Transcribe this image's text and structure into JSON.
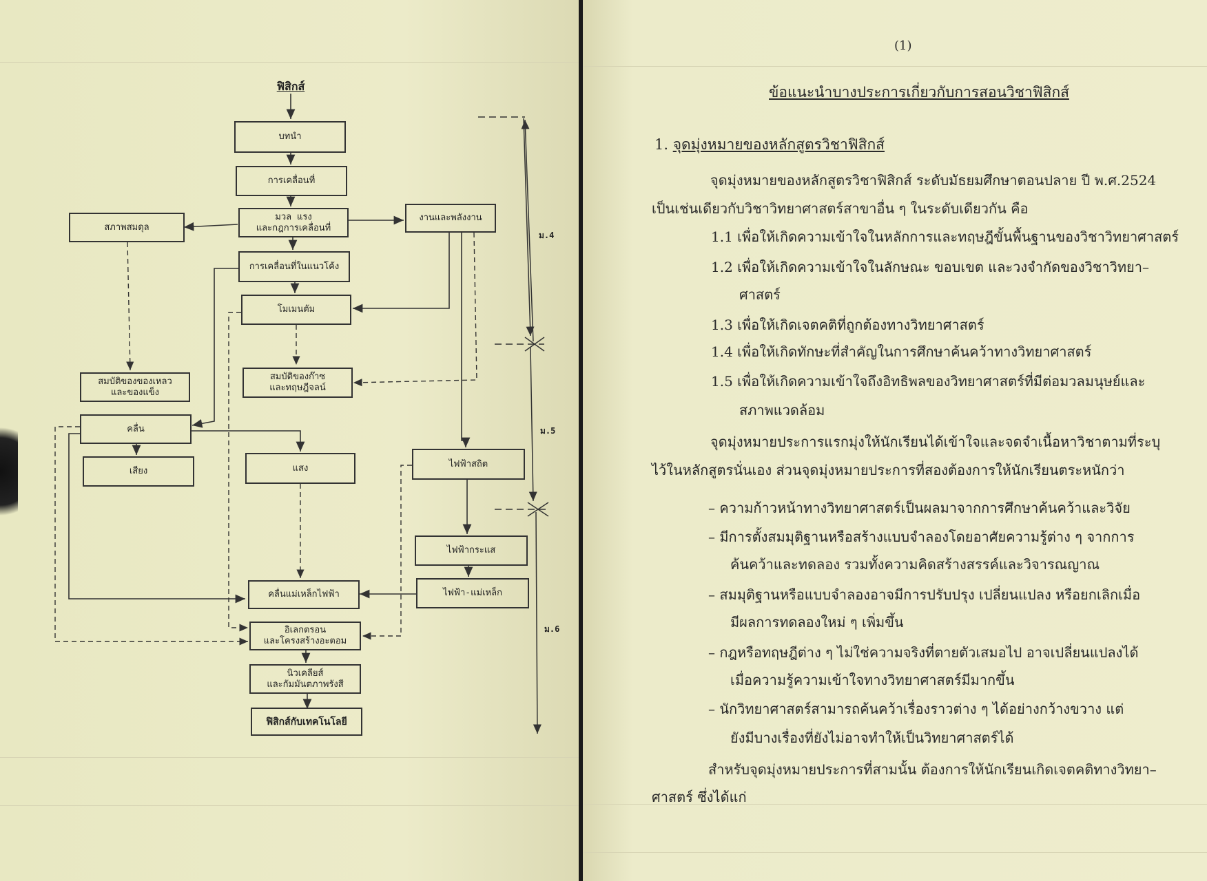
{
  "left_page": {
    "flowchart": {
      "title": "ฟิสิกส์",
      "boxes": {
        "intro": "บทนำ",
        "motion": "การเคลื่อนที่",
        "mass_force": "มวล แรง\nและกฎการเคลื่อนที่",
        "equilibrium": "สภาพสมดุล",
        "work_energy": "งานและพลังงาน",
        "curved_motion": "การเคลื่อนที่ในแนวโค้ง",
        "momentum": "โมเมนตัม",
        "liquid_solid": "สมบัติของของเหลว\nและของแข็ง",
        "gas_kinetic": "สมบัติของก๊าซ\nและทฤษฎีจลน์",
        "waves": "คลื่น",
        "sound": "เสียง",
        "light": "แสง",
        "electrostatics": "ไฟฟ้าสถิต",
        "current": "ไฟฟ้ากระแส",
        "electromagnetism": "ไฟฟ้า-แม่เหล็ก",
        "em_waves": "คลื่นแม่เหล็กไฟฟ้า",
        "electron_atom": "อิเลกตรอน\nและโครงสร้างอะตอม",
        "nuclear": "นิวเคลียส์\nและกัมมันตภาพรังสี",
        "technology": "ฟิสิกส์กับเทคโนโลยี"
      },
      "levels": [
        "ม.4",
        "ม.5",
        "ม.6"
      ]
    }
  },
  "right_page": {
    "page_number": "(1)",
    "title": "ข้อแนะนำบางประการเกี่ยวกับการสอนวิชาฟิสิกส์",
    "section_number": "1.",
    "section_heading": "จุดมุ่งหมายของหลักสูตรวิชาฟิสิกส์",
    "lines": [
      "จุดมุ่งหมายของหลักสูตรวิชาฟิสิกส์ ระดับมัธยมศึกษาตอนปลาย ปี พ.ศ.2524",
      "เป็นเช่นเดียวกับวิชาวิทยาศาสตร์สาขาอื่น ๆ ในระดับเดียวกัน คือ",
      "1.1  เพื่อให้เกิดความเข้าใจในหลักการและทฤษฎีขั้นพื้นฐานของวิชาวิทยาศาสตร์",
      "1.2  เพื่อให้เกิดความเข้าใจในลักษณะ ขอบเขต และวงจำกัดของวิชาวิทยา–",
      "ศาสตร์",
      "1.3  เพื่อให้เกิดเจตคติที่ถูกต้องทางวิทยาศาสตร์",
      "1.4  เพื่อให้เกิดทักษะที่สำคัญในการศึกษาค้นคว้าทางวิทยาศาสตร์",
      "1.5  เพื่อให้เกิดความเข้าใจถึงอิทธิพลของวิทยาศาสตร์ที่มีต่อมวลมนุษย์และ",
      "สภาพแวดล้อม",
      "จุดมุ่งหมายประการแรกมุ่งให้นักเรียนได้เข้าใจและจดจำเนื้อหาวิชาตามที่ระบุ",
      "ไว้ในหลักสูตรนั่นเอง   ส่วนจุดมุ่งหมายประการที่สองต้องการให้นักเรียนตระหนักว่า",
      "–  ความก้าวหน้าทางวิทยาศาสตร์เป็นผลมาจากการศึกษาค้นคว้าและวิจัย",
      "–  มีการตั้งสมมุติฐานหรือสร้างแบบจำลองโดยอาศัยความรู้ต่าง ๆ จากการ",
      "ค้นคว้าและทดลอง  รวมทั้งความคิดสร้างสรรค์และวิจารณญาณ",
      "–  สมมุติฐานหรือแบบจำลองอาจมีการปรับปรุง  เปลี่ยนแปลง  หรือยกเลิกเมื่อ",
      "มีผลการทดลองใหม่ ๆ  เพิ่มขึ้น",
      "–  กฎหรือทฤษฎีต่าง ๆ ไม่ใช่ความจริงที่ตายตัวเสมอไป  อาจเปลี่ยนแปลงได้",
      "เมื่อความรู้ความเข้าใจทางวิทยาศาสตร์มีมากขึ้น",
      "–  นักวิทยาศาสตร์สามารถค้นคว้าเรื่องราวต่าง ๆ ได้อย่างกว้างขวาง  แต่",
      "ยังมีบางเรื่องที่ยังไม่อาจทำให้เป็นวิทยาศาสตร์ได้",
      "สำหรับจุดมุ่งหมายประการที่สามนั้น  ต้องการให้นักเรียนเกิดเจตคติทางวิทยา–",
      "ศาสตร์  ซึ่งได้แก่"
    ]
  }
}
